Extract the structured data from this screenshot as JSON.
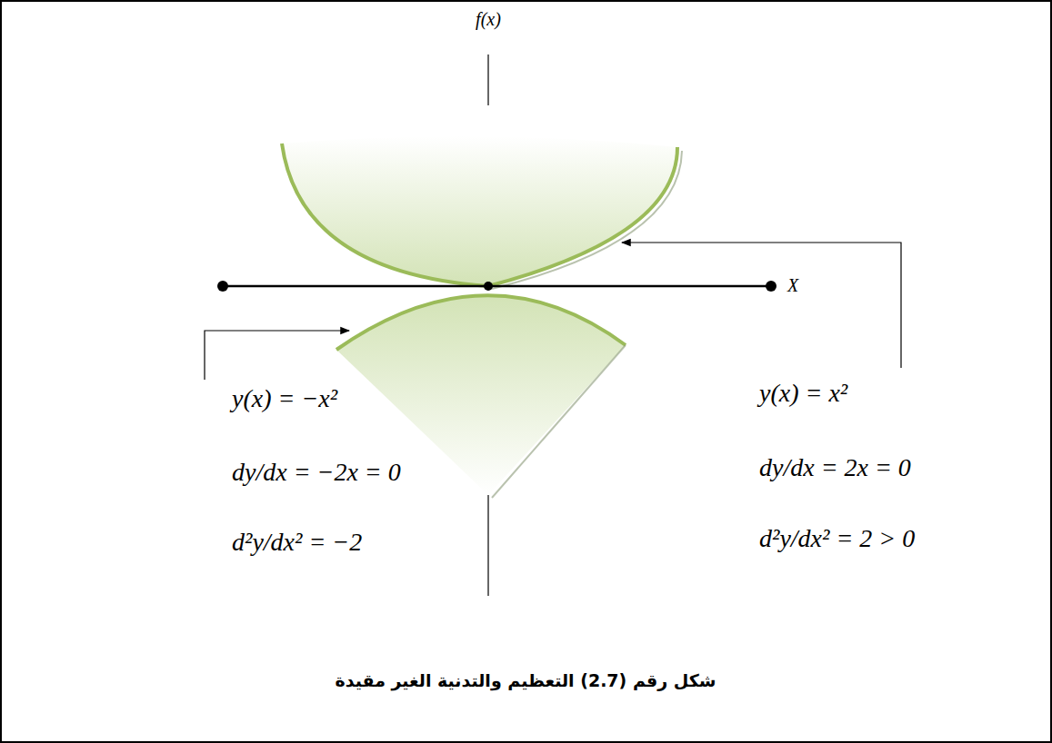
{
  "diagram": {
    "caption": "شكل رقم (2.7) التعظيم والتدنية الغير مقيدة",
    "labels": [
      "f(x)",
      "X",
      "y(x) = −x²",
      "dy/dx = −2x = 0",
      "d²y/dx² = −2",
      "y(x) = x²",
      "dy/dx = 2x = 0",
      "d²y/dx² = 2 > 0"
    ]
  }
}
